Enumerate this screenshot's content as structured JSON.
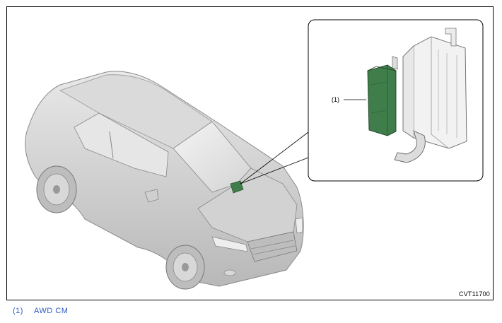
{
  "figure": {
    "callout_label": "(1)",
    "image_code": "CVT11700"
  },
  "legend": {
    "items": [
      {
        "num": "(1)",
        "text": "AWD CM"
      }
    ]
  },
  "colors": {
    "module_green": "#3f7d4a",
    "link_blue": "#2b59c3",
    "car_gray": "#c9c9c9"
  }
}
